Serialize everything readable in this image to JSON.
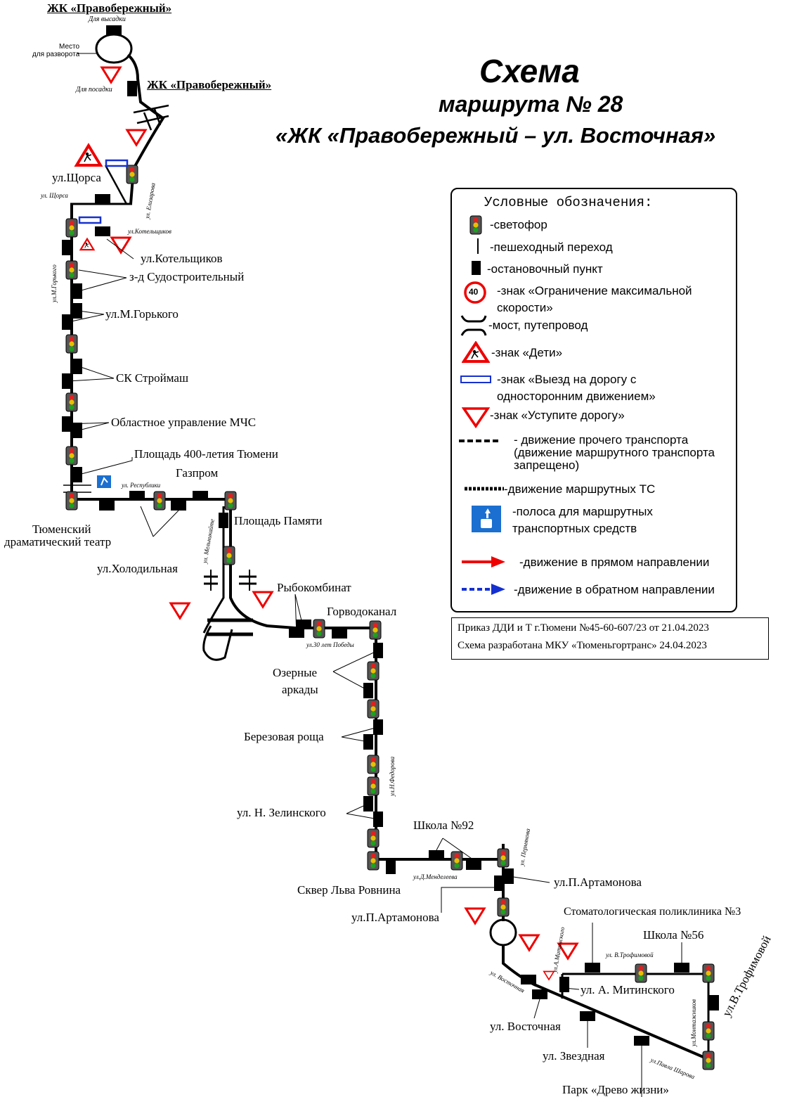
{
  "title": {
    "line1": "Схема",
    "line2": "маршрута № 28",
    "line3": "«ЖК «Правобережный – ул. Восточная»"
  },
  "legend": {
    "heading": "Условные обозначения:",
    "traffic_light": "-светофор",
    "crosswalk": "-пешеходный переход",
    "stop": "-остановочный пункт",
    "speed_sign_value": "40",
    "speed_sign_1": "-знак «Ограничение максимальной",
    "speed_sign_2": "скорости»",
    "bridge": "-мост, путепровод",
    "children": "-знак «Дети»",
    "oneway_1": "-знак «Выезд на дорогу с",
    "oneway_2": "односторонним движением»",
    "yield": "-знак «Уступите дорогу»",
    "other_1": "- движение прочего транспорта",
    "other_2": "(движение маршрутного транспорта",
    "other_3": "запрещено)",
    "route": "-движение маршрутных ТС",
    "buslane_1": "-полоса для маршрутных",
    "buslane_2": "транспортных средств",
    "forward": "-движение в прямом направлении",
    "backward": "-движение в обратном направлении"
  },
  "info": {
    "order": "Приказ ДДИ и Т г.Тюмени №45-60-607/23 от 21.04.2023",
    "developer": "Схема разработана МКУ «Тюменьгортранс» 24.04.2023"
  },
  "top": {
    "terminal_title": "ЖК «Правобережный»",
    "dropoff": "Для высадки",
    "turn_1": "Место",
    "turn_2": "для разворота",
    "pickup": "Для посадки",
    "terminal_stop": "ЖК «Правобережный»"
  },
  "stops": {
    "shchorsa": "ул.Щорса",
    "kotelshchikov": "ул.Котельщиков",
    "sudostroitelny": "з-д Судостроительный",
    "gorkogo": "ул.М.Горького",
    "stroymash": "СК Строймаш",
    "mchs": "Областное управление МЧС",
    "ploshchad400": "Площадь 400-летия Тюмени",
    "gazprom": "Газпром",
    "theatre_1": "Тюменский",
    "theatre_2": "драматический театр",
    "kholodilnaya": "ул.Холодильная",
    "ploshchad_pamyati": "Площадь Памяти",
    "rybokombinat": "Рыбокомбинат",
    "gorvodokanal": "Горводоканал",
    "ozernye_1": "Озерные",
    "ozernye_2": "аркады",
    "berezovaya": "Березовая роща",
    "zelinskogo": "ул. Н. Зелинского",
    "school92": "Школа №92",
    "skver": "Сквер Льва Ровнина",
    "artamonova_right": "ул.П.Артамонова",
    "artamonova_left": "ул.П.Артамонова",
    "stomat": "Стоматологическая поликлиника №3",
    "school56": "Школа №56",
    "mitinskogo": "ул. А. Митинского",
    "trofimovoy": "ул.В.Трофимовой",
    "vostochnaya": "ул. Восточная",
    "zvezdnaya": "ул. Звездная",
    "park": "Парк «Древо жизни»"
  },
  "streets": {
    "shchorsa": "ул. Щорса",
    "elizarova": "ул. Елизарова",
    "kotelshchikov": "ул.Котельщиков",
    "m_gorkogo": "ул.М.Горького",
    "respubliki": "ул. Республики",
    "melnikaite": "ул. Мельникайте",
    "let_pobedy": "ул.30 лет Победы",
    "fedorova": "ул.Н.Федорова",
    "mendeleeva": "ул.Д.Менделеева",
    "permyakova": "ул. Пермякова",
    "mitinskogo": "ул.А.Митинского",
    "trofimovoy": "ул. В.Трофимовой",
    "vostochnaya": "ул. Восточная",
    "montazhnikov": "ул.Монтажников",
    "sharova": "ул.Павла Шарова"
  }
}
